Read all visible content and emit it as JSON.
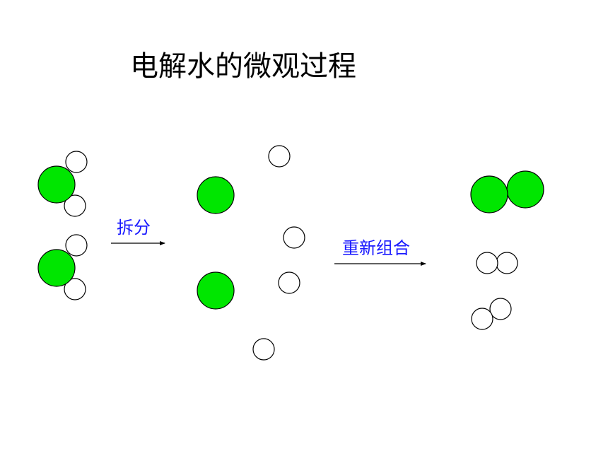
{
  "title": "电解水的微观过程",
  "steps": [
    {
      "id": "split",
      "label": "拆分"
    },
    {
      "id": "recombine",
      "label": "重新组合"
    }
  ],
  "colors": {
    "oxygen_atom": "#00e600",
    "hydrogen_atom": "#ffffff",
    "atom_outline": "#000000",
    "label_text": "#1a1aff",
    "arrow": "#000000"
  },
  "stages": [
    {
      "name": "water-molecules",
      "oxygen_atoms": 2,
      "hydrogen_atoms": 4
    },
    {
      "name": "separated-atoms",
      "oxygen_atoms": 2,
      "hydrogen_atoms": 4
    },
    {
      "name": "product-molecules",
      "oxygen_atoms": 2,
      "hydrogen_atoms": 4
    }
  ]
}
